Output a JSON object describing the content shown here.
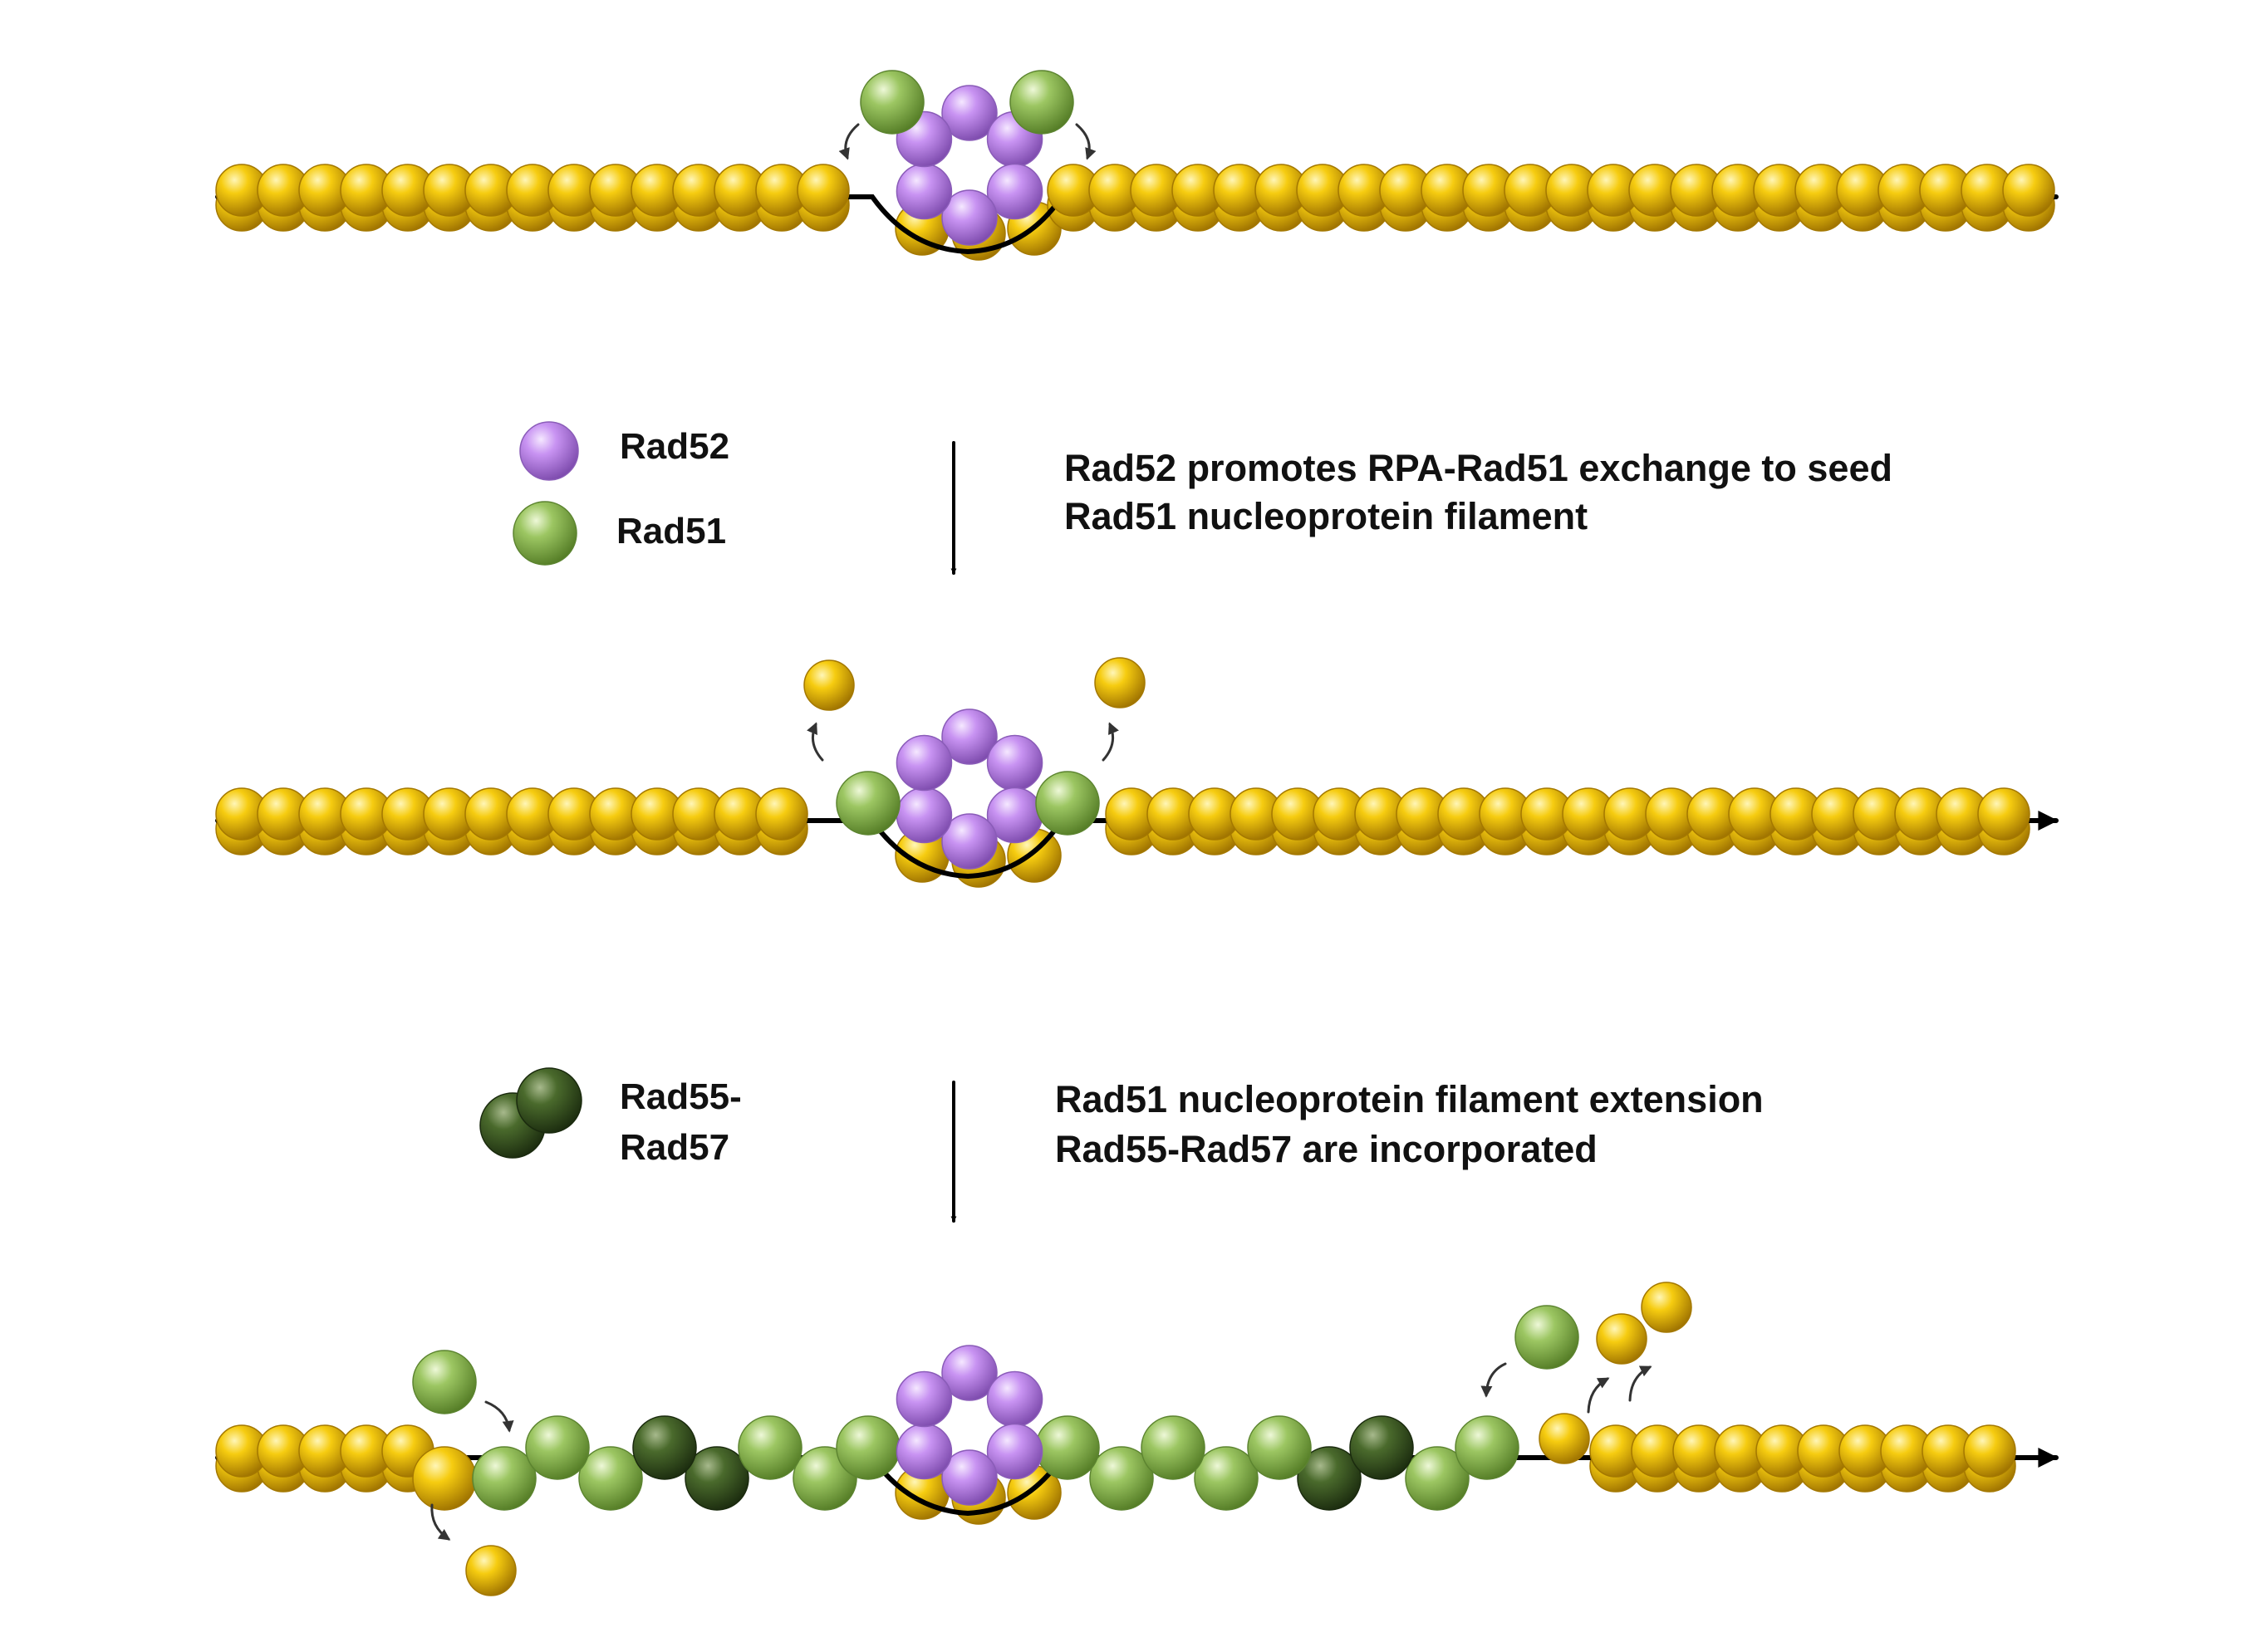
{
  "legend": {
    "rad52": "Rad52",
    "rad51": "Rad51",
    "rad55_line1": "Rad55-",
    "rad55_line2": "Rad57"
  },
  "steps": {
    "step1_line1": "Rad52 promotes RPA-Rad51 exchange to seed",
    "step1_line2": "Rad51 nucleoprotein filament",
    "step2_line1": "Rad51 nucleoprotein filament extension",
    "step2_line2": "Rad55-Rad57 are incorporated"
  },
  "colors": {
    "rpa": "#f2c200",
    "rad52": "#c48ef0",
    "rad51": "#93c25a",
    "rad55_rad57": "#3c5a22",
    "dna": "#000000"
  },
  "icons": {
    "rpa": "yellow-sphere",
    "rad52": "lavender-sphere",
    "rad51": "light-green-sphere",
    "rad55_rad57": "dark-green-sphere"
  }
}
